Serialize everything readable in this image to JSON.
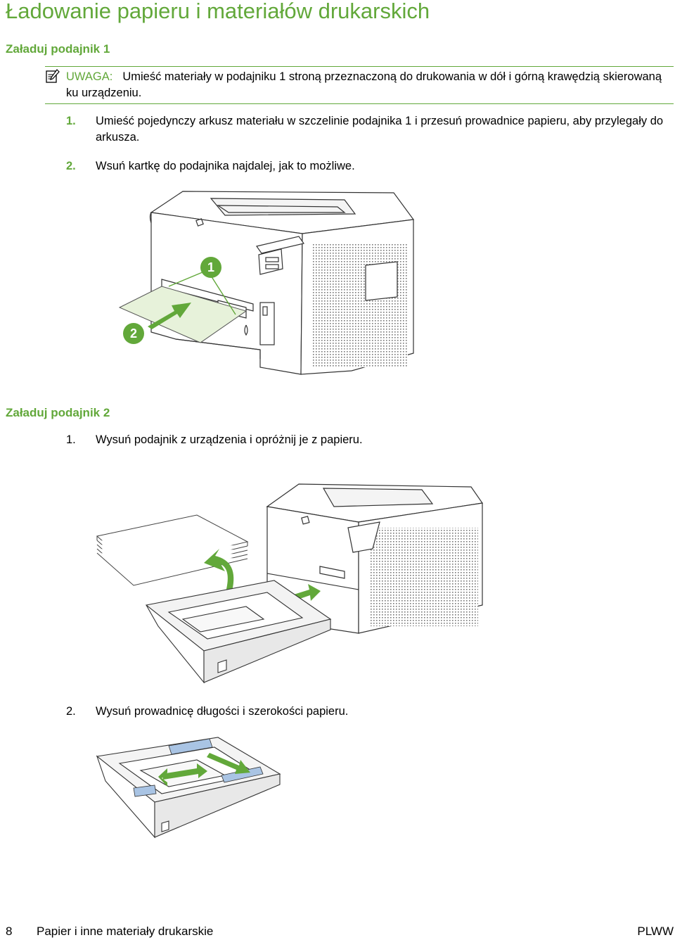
{
  "title": "Ładowanie papieru i materiałów drukarskich",
  "section1": {
    "heading": "Załaduj podajnik 1",
    "note_label": "UWAGA:",
    "note_text": "Umieść materiały w podajniku 1 stroną przeznaczoną do drukowania w dół i górną krawędzią skierowaną ku urządzeniu.",
    "steps": [
      {
        "num": "1.",
        "text": "Umieść pojedynczy arkusz materiału w szczelinie podajnika 1 i przesuń prowadnice papieru, aby przylegały do arkusza."
      },
      {
        "num": "2.",
        "text": "Wsuń kartkę do podajnika najdalej, jak to możliwe."
      }
    ],
    "callouts": [
      "1",
      "2"
    ]
  },
  "section2": {
    "heading": "Załaduj podajnik 2",
    "steps": [
      {
        "num": "1.",
        "text": "Wysuń podajnik z urządzenia i opróżnij je z papieru."
      },
      {
        "num": "2.",
        "text": "Wysuń prowadnicę długości i szerokości papieru."
      }
    ]
  },
  "footer": {
    "page": "8",
    "section": "Papier i inne materiały drukarskie",
    "locale": "PLWW"
  },
  "colors": {
    "accent": "#62a83a",
    "guide_blue": "#a9c4e4"
  },
  "icons": [
    "note-icon",
    "printer-illustration",
    "tray-illustration",
    "paper-stack-illustration",
    "arrow-icon"
  ]
}
